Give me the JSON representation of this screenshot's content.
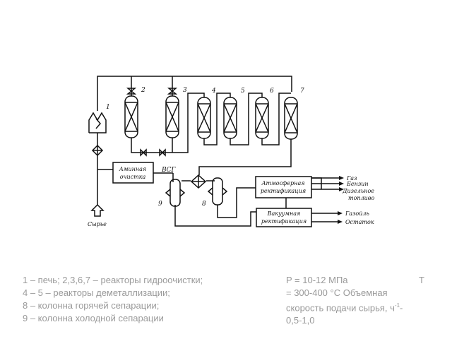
{
  "diagram": {
    "unit_labels": {
      "amine": [
        "Аминная",
        "очистка"
      ],
      "atmospheric": [
        "Атмосферная",
        "ректификация"
      ],
      "vacuum": [
        "Вакуумная",
        "ректификация"
      ]
    },
    "stream_labels": {
      "vsg": "ВСГ",
      "feed": "Сырье",
      "gas": "Газ",
      "gasoline": "Бензин",
      "diesel": [
        "Дизельное",
        "топливо"
      ],
      "gasoil": "Газойль",
      "residue": "Остаток"
    },
    "equipment_numbers": [
      "1",
      "2",
      "3",
      "4",
      "5",
      "6",
      "7",
      "8",
      "9"
    ]
  },
  "legend": {
    "lines": [
      "1 – печь; 2,3,6,7 – реакторы гидроочистки;",
      "4 – 5 – реакторы деметаллизации;",
      "8 – колонна горячей сепарации;",
      "9 – колонна холодной сепарации"
    ]
  },
  "conditions": {
    "line1_left": "P = 10-12 МПа",
    "line1_right": "T",
    "line2": "= 300-400 °С   Объемная",
    "line3_text": "скорость подачи сырья, ч",
    "line3_sup": "-1",
    "line3_tail": "-",
    "line4": "0,5-1,0"
  }
}
